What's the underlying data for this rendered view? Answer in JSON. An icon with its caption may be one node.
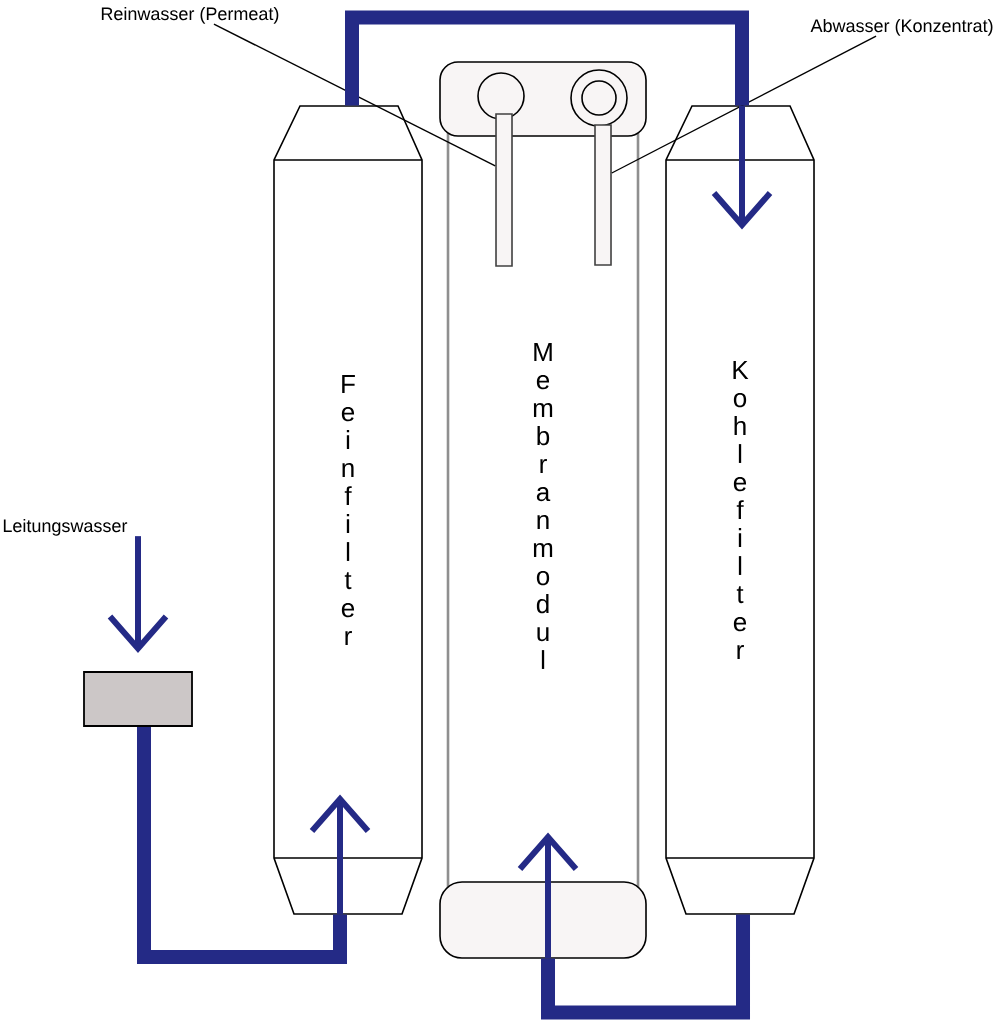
{
  "diagram": {
    "nodes": [
      {
        "text": [
          "Reinwasser (Permeat)"
        ]
      },
      {
        "text": [
          "Abwasser (Konzentrat)"
        ]
      },
      {
        "text": [
          "Feinfilter"
        ]
      },
      {
        "text": [
          "Membranmodul"
        ]
      },
      {
        "text": [],
        "shape": "bar",
        "in": 3
      },
      {
        "text": [],
        "shape": "bar",
        "in": 3
      },
      {
        "text": [
          "Kohlefilter"
        ]
      },
      {
        "text": [
          "Leitungswasser"
        ]
      },
      {
        "text": [],
        "shape": "box"
      }
    ],
    "edges": [
      {
        "from": 0,
        "to": 4,
        "arrow": "none",
        "color": "#000000"
      },
      {
        "from": 1,
        "to": 5,
        "arrow": "none",
        "color": "#000000"
      },
      {
        "from": 7,
        "to": 8,
        "arrow": "to"
      },
      {
        "from": 8,
        "to": 2,
        "arrow": "to",
        "style": "thick"
      },
      {
        "from": 2,
        "to": 6,
        "arrow": "to",
        "style": "thick"
      },
      {
        "from": 6,
        "to": 3,
        "arrow": "to",
        "style": "thick"
      }
    ]
  }
}
